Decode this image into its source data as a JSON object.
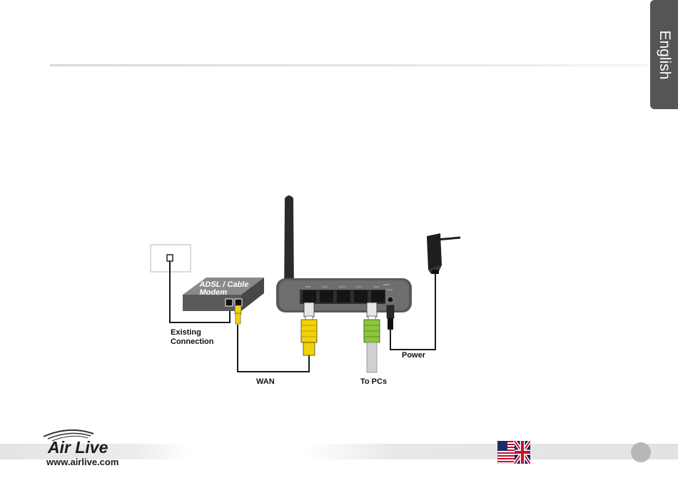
{
  "side_tab": {
    "language": "English"
  },
  "diagram": {
    "modem_line1": "ADSL / Cable",
    "modem_line2": "Modem",
    "existing_line1": "Existing",
    "existing_line2": "Connection",
    "wan_label": "WAN",
    "to_pcs_label": "To PCs",
    "power_label": "Power",
    "ports": [
      "WAN",
      "LAN 1",
      "LAN 2",
      "LAN 3",
      "LAN 4"
    ],
    "reset_label": "RESET",
    "power_port_label": "Power",
    "colors": {
      "wan_cable": "#f2d30a",
      "lan_cable": "#8cc63f",
      "router": "#4a4a4a"
    }
  },
  "footer": {
    "brand": "Air Live",
    "website": "www.airlive.com",
    "flag_icon": "us-uk-flag-icon",
    "page_number": ""
  }
}
